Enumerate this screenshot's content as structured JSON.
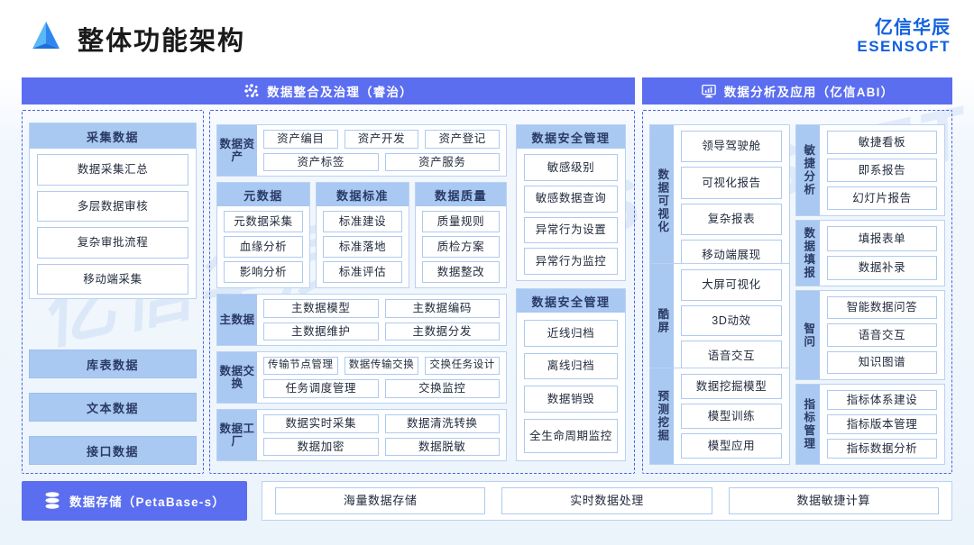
{
  "header": {
    "title": "整体功能架构",
    "logo_icon": "blue-prism-logo-icon",
    "brand_cn": "亿信华辰",
    "brand_en": "ESENSOFT",
    "accent_color": "#5b6ef0",
    "brand_color": "#1261e0"
  },
  "watermark": {
    "text1": "亿信华辰",
    "text2": "ESENSOFT"
  },
  "sections": {
    "left_bar": {
      "label": "数据整合及治理（睿治）",
      "icon": "dot-matrix-network-icon"
    },
    "right_bar": {
      "label": "数据分析及应用（亿信ABI）",
      "icon": "monitor-bar-chart-icon"
    }
  },
  "left_column": {
    "collect": {
      "header": "采集数据",
      "items": [
        "数据采集汇总",
        "多层数据审核",
        "复杂审批流程",
        "移动端采集"
      ]
    },
    "bars": [
      "库表数据",
      "文本数据",
      "接口数据"
    ]
  },
  "middle_column": {
    "asset": {
      "label": "数据资产",
      "rows": [
        [
          "资产编目",
          "资产开发",
          "资产登记"
        ],
        [
          "资产标签",
          "资产服务"
        ]
      ]
    },
    "triple": [
      {
        "header": "元数据",
        "items": [
          "元数据采集",
          "血缘分析",
          "影响分析"
        ]
      },
      {
        "header": "数据标准",
        "items": [
          "标准建设",
          "标准落地",
          "标准评估"
        ]
      },
      {
        "header": "数据质量",
        "items": [
          "质量规则",
          "质检方案",
          "数据整改"
        ]
      }
    ],
    "master": {
      "label": "主数据",
      "rows": [
        [
          "主数据模型",
          "主数据编码"
        ],
        [
          "主数据维护",
          "主数据分发"
        ]
      ]
    },
    "exchange": {
      "label": "数据交换",
      "rows": [
        [
          "传输节点管理",
          "数据传输交换",
          "交换任务设计"
        ],
        [
          "任务调度管理",
          "交换监控"
        ]
      ]
    },
    "factory": {
      "label": "数据工厂",
      "rows": [
        [
          "数据实时采集",
          "数据清洗转换"
        ],
        [
          "数据加密",
          "数据脱敏"
        ]
      ]
    }
  },
  "security_column": {
    "groups": [
      {
        "header": "数据安全管理",
        "items": [
          "敏感级别",
          "敏感数据查询",
          "异常行为设置",
          "异常行为监控"
        ]
      },
      {
        "header": "数据安全管理",
        "items": [
          "近线归档",
          "离线归档",
          "数据销毁",
          "全生命周期监控"
        ]
      }
    ]
  },
  "right_panel": {
    "col1": [
      {
        "label": "数据可视化",
        "items": [
          "领导驾驶舱",
          "可视化报告",
          "复杂报表",
          "移动端展现"
        ]
      },
      {
        "label": "酷屏",
        "items": [
          "大屏可视化",
          "3D动效",
          "语音交互"
        ]
      },
      {
        "label": "预测挖掘",
        "items": [
          "数据挖掘模型",
          "模型训练",
          "模型应用"
        ]
      }
    ],
    "col2": [
      {
        "label": "敏捷分析",
        "items": [
          "敏捷看板",
          "即系报告",
          "幻灯片报告"
        ]
      },
      {
        "label": "数据填报",
        "items": [
          "填报表单",
          "数据补录"
        ]
      },
      {
        "label": "智问",
        "items": [
          "智能数据问答",
          "语音交互",
          "知识图谱"
        ]
      },
      {
        "label": "指标管理",
        "items": [
          "指标体系建设",
          "指标版本管理",
          "指标数据分析"
        ]
      }
    ]
  },
  "bottom": {
    "storage_label": "数据存储（PetaBase-s）",
    "storage_icon": "database-stack-icon",
    "items": [
      "海量数据存储",
      "实时数据处理",
      "数据敏捷计算"
    ]
  }
}
